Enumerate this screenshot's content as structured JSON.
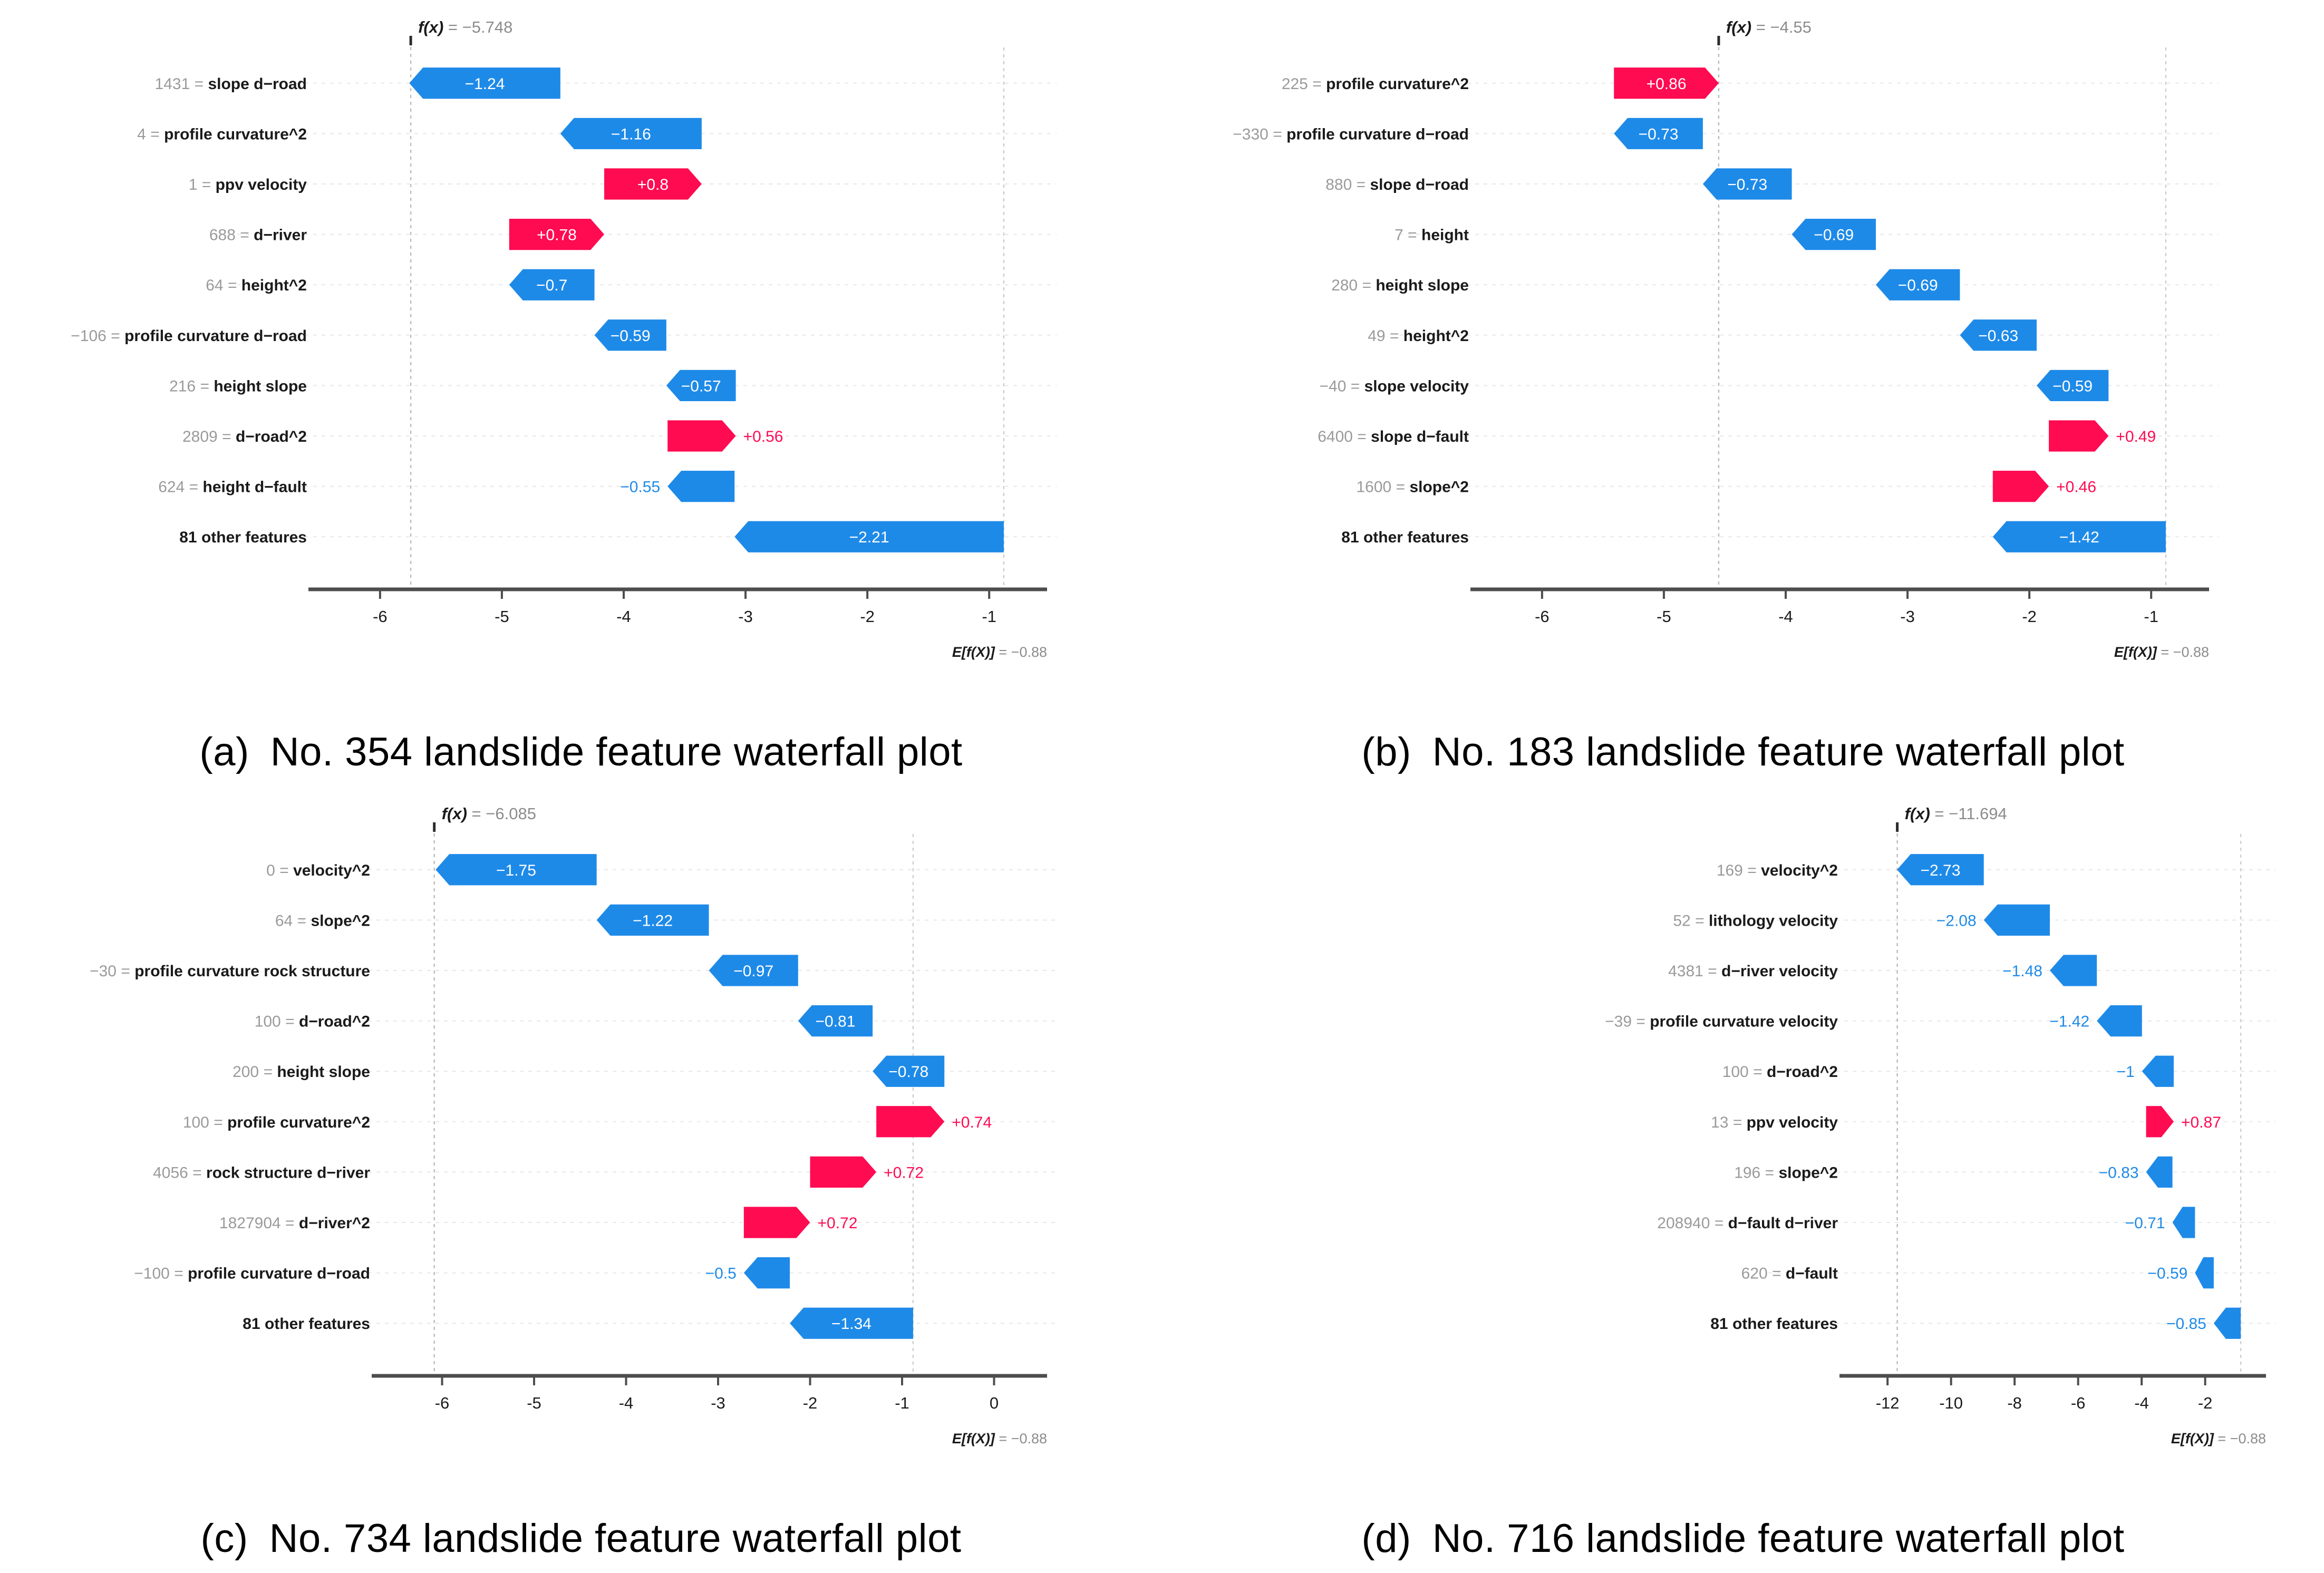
{
  "figure": {
    "colors": {
      "positive": "#ff0b52",
      "negative": "#1e8ae8",
      "gridline": "#e8e8e8",
      "axis": "#4d4d4d",
      "feature_value": "#9a9a9a",
      "feature_name": "#1a1a1a"
    },
    "common": {
      "expected_label": "E[f(X)]",
      "expected_eq": " = ",
      "expected_value": "−0.88",
      "fx_label": "f(x)",
      "fx_eq": " = ",
      "other_features_label": "81 other features"
    }
  },
  "panels": [
    {
      "id": "a",
      "caption_tag": "(a)",
      "caption_text": "No. 354 landslide feature waterfall plot",
      "chart_data": {
        "type": "bar",
        "title": "No. 354 landslide feature waterfall plot",
        "subtype": "shap-waterfall",
        "xlabel": "",
        "ylabel": "",
        "grid": true,
        "legend": "none",
        "base_value": -0.88,
        "base_value_label": "E[f(X)] = −0.88",
        "prediction": -5.748,
        "prediction_label": "f(x) = −5.748",
        "xlim": [
          -6.35,
          -0.62
        ],
        "xticks": [
          -6,
          -5,
          -4,
          -3,
          -2,
          -1
        ],
        "xticklabels": [
          "-6",
          "-5",
          "-4",
          "-3",
          "-2",
          "-1"
        ],
        "rows": [
          {
            "feature_value": "1431",
            "feature_name": "slope d−road",
            "shap": -1.24,
            "label": "−1.24"
          },
          {
            "feature_value": "4",
            "feature_name": "profile curvature^2",
            "shap": -1.16,
            "label": "−1.16"
          },
          {
            "feature_value": "1",
            "feature_name": "ppv velocity",
            "shap": 0.8,
            "label": "+0.8"
          },
          {
            "feature_value": "688",
            "feature_name": "d−river",
            "shap": 0.78,
            "label": "+0.78"
          },
          {
            "feature_value": "64",
            "feature_name": "height^2",
            "shap": -0.7,
            "label": "−0.7"
          },
          {
            "feature_value": "−106",
            "feature_name": "profile curvature d−road",
            "shap": -0.59,
            "label": "−0.59"
          },
          {
            "feature_value": "216",
            "feature_name": "height slope",
            "shap": -0.57,
            "label": "−0.57"
          },
          {
            "feature_value": "2809",
            "feature_name": "d−road^2",
            "shap": 0.56,
            "label": "+0.56"
          },
          {
            "feature_value": "624",
            "feature_name": "height d−fault",
            "shap": -0.55,
            "label": "−0.55"
          },
          {
            "feature_value": "",
            "feature_name": "81 other features",
            "shap": -2.21,
            "label": "−2.21"
          }
        ]
      }
    },
    {
      "id": "b",
      "caption_tag": "(b)",
      "caption_text": "No. 183 landslide feature waterfall plot",
      "chart_data": {
        "type": "bar",
        "title": "No. 183 landslide feature waterfall plot",
        "subtype": "shap-waterfall",
        "xlabel": "",
        "ylabel": "",
        "grid": true,
        "legend": "none",
        "base_value": -0.88,
        "base_value_label": "E[f(X)] = −0.88",
        "prediction": -4.55,
        "prediction_label": "f(x) = −4.55",
        "xlim": [
          -6.35,
          -0.62
        ],
        "xticks": [
          -6,
          -5,
          -4,
          -3,
          -2,
          -1
        ],
        "xticklabels": [
          "-6",
          "-5",
          "-4",
          "-3",
          "-2",
          "-1"
        ],
        "rows": [
          {
            "feature_value": "225",
            "feature_name": "profile curvature^2",
            "shap": 0.86,
            "label": "+0.86"
          },
          {
            "feature_value": "−330",
            "feature_name": "profile curvature d−road",
            "shap": -0.73,
            "label": "−0.73"
          },
          {
            "feature_value": "880",
            "feature_name": "slope d−road",
            "shap": -0.73,
            "label": "−0.73"
          },
          {
            "feature_value": "7",
            "feature_name": "height",
            "shap": -0.69,
            "label": "−0.69"
          },
          {
            "feature_value": "280",
            "feature_name": "height slope",
            "shap": -0.69,
            "label": "−0.69"
          },
          {
            "feature_value": "49",
            "feature_name": "height^2",
            "shap": -0.63,
            "label": "−0.63"
          },
          {
            "feature_value": "−40",
            "feature_name": "slope velocity",
            "shap": -0.59,
            "label": "−0.59"
          },
          {
            "feature_value": "6400",
            "feature_name": "slope d−fault",
            "shap": 0.49,
            "label": "+0.49"
          },
          {
            "feature_value": "1600",
            "feature_name": "slope^2",
            "shap": 0.46,
            "label": "+0.46"
          },
          {
            "feature_value": "",
            "feature_name": "81 other features",
            "shap": -1.42,
            "label": "−1.42"
          }
        ]
      }
    },
    {
      "id": "c",
      "caption_tag": "(c)",
      "caption_text": "No. 734 landslide feature waterfall plot",
      "chart_data": {
        "type": "bar",
        "title": "No. 734 landslide feature waterfall plot",
        "subtype": "shap-waterfall",
        "xlabel": "",
        "ylabel": "",
        "grid": true,
        "legend": "none",
        "base_value": -0.88,
        "base_value_label": "E[f(X)] = −0.88",
        "prediction": -6.085,
        "prediction_label": "f(x) = −6.085",
        "xlim": [
          -6.45,
          0.45
        ],
        "xticks": [
          -6,
          -5,
          -4,
          -3,
          -2,
          -1,
          0
        ],
        "xticklabels": [
          "-6",
          "-5",
          "-4",
          "-3",
          "-2",
          "-1",
          "0"
        ],
        "rows": [
          {
            "feature_value": "0",
            "feature_name": "velocity^2",
            "shap": -1.75,
            "label": "−1.75"
          },
          {
            "feature_value": "64",
            "feature_name": "slope^2",
            "shap": -1.22,
            "label": "−1.22"
          },
          {
            "feature_value": "−30",
            "feature_name": "profile curvature rock structure",
            "shap": -0.97,
            "label": "−0.97"
          },
          {
            "feature_value": "100",
            "feature_name": "d−road^2",
            "shap": -0.81,
            "label": "−0.81"
          },
          {
            "feature_value": "200",
            "feature_name": "height slope",
            "shap": -0.78,
            "label": "−0.78"
          },
          {
            "feature_value": "100",
            "feature_name": "profile curvature^2",
            "shap": 0.74,
            "label": "+0.74"
          },
          {
            "feature_value": "4056",
            "feature_name": "rock structure d−river",
            "shap": 0.72,
            "label": "+0.72"
          },
          {
            "feature_value": "1827904",
            "feature_name": "d−river^2",
            "shap": 0.72,
            "label": "+0.72"
          },
          {
            "feature_value": "−100",
            "feature_name": "profile curvature d−road",
            "shap": -0.5,
            "label": "−0.5"
          },
          {
            "feature_value": "",
            "feature_name": "81 other features",
            "shap": -1.34,
            "label": "−1.34"
          }
        ]
      }
    },
    {
      "id": "d",
      "caption_tag": "(d)",
      "caption_text": "No. 716 landslide feature waterfall plot",
      "chart_data": {
        "type": "bar",
        "title": "No. 716 landslide feature waterfall plot",
        "subtype": "shap-waterfall",
        "xlabel": "",
        "ylabel": "",
        "grid": true,
        "legend": "none",
        "base_value": -0.88,
        "base_value_label": "E[f(X)] = −0.88",
        "prediction": -11.694,
        "prediction_label": "f(x) = −11.694",
        "xlim": [
          -12.6,
          -0.45
        ],
        "xticks": [
          -12,
          -10,
          -8,
          -6,
          -4,
          -2
        ],
        "xticklabels": [
          "-12",
          "-10",
          "-8",
          "-6",
          "-4",
          "-2"
        ],
        "rows": [
          {
            "feature_value": "169",
            "feature_name": "velocity^2",
            "shap": -2.73,
            "label": "−2.73"
          },
          {
            "feature_value": "52",
            "feature_name": "lithology velocity",
            "shap": -2.08,
            "label": "−2.08"
          },
          {
            "feature_value": "4381",
            "feature_name": "d−river velocity",
            "shap": -1.48,
            "label": "−1.48"
          },
          {
            "feature_value": "−39",
            "feature_name": "profile curvature velocity",
            "shap": -1.42,
            "label": "−1.42"
          },
          {
            "feature_value": "100",
            "feature_name": "d−road^2",
            "shap": -1.0,
            "label": "−1"
          },
          {
            "feature_value": "13",
            "feature_name": "ppv velocity",
            "shap": 0.87,
            "label": "+0.87"
          },
          {
            "feature_value": "196",
            "feature_name": "slope^2",
            "shap": -0.83,
            "label": "−0.83"
          },
          {
            "feature_value": "208940",
            "feature_name": "d−fault d−river",
            "shap": -0.71,
            "label": "−0.71"
          },
          {
            "feature_value": "620",
            "feature_name": "d−fault",
            "shap": -0.59,
            "label": "−0.59"
          },
          {
            "feature_value": "",
            "feature_name": "81 other features",
            "shap": -0.85,
            "label": "−0.85"
          }
        ]
      }
    }
  ]
}
